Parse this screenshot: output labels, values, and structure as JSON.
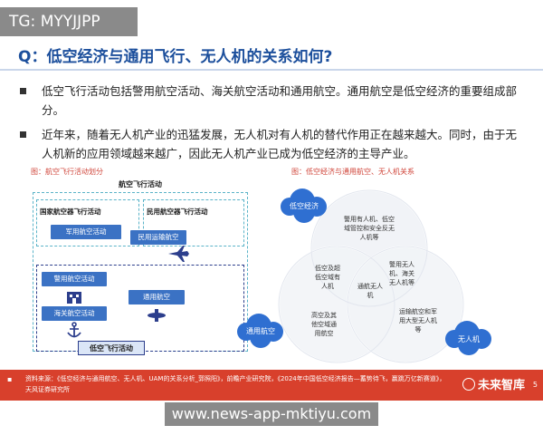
{
  "tag": "TG: MYYJJPP",
  "title": "Q：低空经济与通用飞行、无人机的关系如何?",
  "bullets": [
    "低空飞行活动包括警用航空活动、海关航空活动和通用航空。通用航空是低空经济的重要组成部分。",
    "近年来，随着无人机产业的迅猛发展，无人机对有人机的替代作用正在越来越大。同时，由于无人机新的应用领域越来越广，因此无人机产业已成为低空经济的主导产业。"
  ],
  "left_figure": {
    "caption": "图：航空飞行活动划分",
    "title": "航空飞行活动",
    "group_state": "国家航空器飞行活动",
    "group_civil": "民用航空器飞行活动",
    "military": "军用航空活动",
    "civil_transport": "民用运输航空",
    "police": "警用航空活动",
    "customs": "海关航空活动",
    "general": "通用航空",
    "low_altitude": "低空飞行活动"
  },
  "right_figure": {
    "caption": "图：低空经济与通用航空、无人机关系",
    "bubble_low_altitude": "低空经济",
    "bubble_general": "通用航空",
    "bubble_uav": "无人机",
    "region_top": "警用有人机、低空\n域管控和安全反无\n人机等",
    "region_left_mid": "低空及超\n低空域有\n人机",
    "region_right_top": "警用无人\n机、海关\n无人机等",
    "region_center": "通航无人\n机",
    "region_bottom_left": "高空及其\n他空域通\n用航空",
    "region_bottom_right": "运输航空和军\n用大型无人机\n等"
  },
  "footer": {
    "source": "资料来源：《低空经济与通用航空、无人机、UAM的关系分析_郭照阳》，前瞻产业研究院，《2024年中国低空经济报告—蓄势待飞，赢跳万亿新赛道》，天风证券研究所",
    "brand": "未来智库",
    "page": "5"
  },
  "url": "www.news-app-mktiyu.com",
  "colors": {
    "title_blue": "#1c4f9c",
    "pill_blue": "#3b72c4",
    "footer_red": "#d8402c",
    "bubble_blue": "#2f6fd1",
    "venn_fill": "#f1f3f7"
  }
}
